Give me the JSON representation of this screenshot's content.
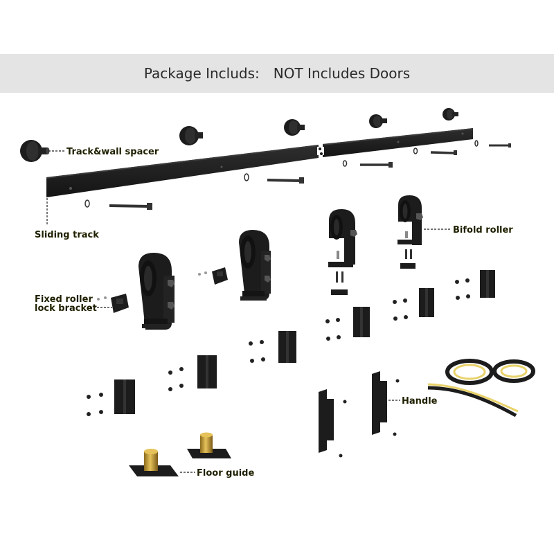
{
  "header": {
    "prefix": "Package Includs:",
    "suffix": "NOT Includes Doors"
  },
  "labels": {
    "track_wall_spacer": "Track&wall spacer",
    "sliding_track": "Sliding track",
    "bifold_roller": "Bifold roller",
    "fixed_roller_line1": "Fixed roller",
    "fixed_roller_line2": "lock bracket",
    "handle": "Handle",
    "floor_guide": "Floor guide"
  },
  "colors": {
    "hardware": "#1c1c1c",
    "banner_bg": "#e4e4e4",
    "brass": "#c9a13a",
    "tape_yellow": "#e8d26a"
  }
}
